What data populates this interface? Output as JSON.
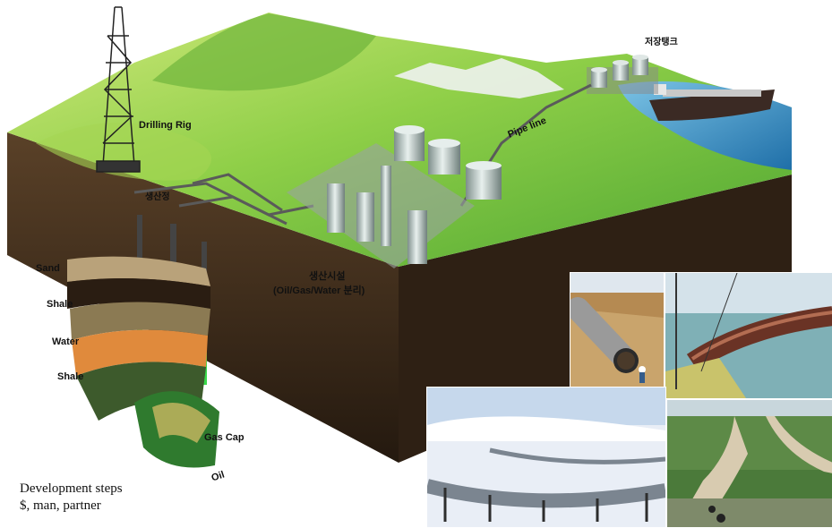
{
  "labels": {
    "drilling_rig": "Drilling Rig",
    "production_well": "생산정",
    "facility": "생산시설",
    "separation": "(Oil/Gas/Water  분리)",
    "pipeline": "Pipe line",
    "storage_tank": "저장탱크",
    "sand": "Sand",
    "shale_upper": "Shale",
    "water": "Water",
    "shale_lower": "Shale",
    "gas_cap": "Gas Cap",
    "oil": "Oil"
  },
  "caption": {
    "line1": "Development steps",
    "line2": "$, man, partner"
  },
  "colors": {
    "terrain_light": "#b9e05a",
    "terrain_dark": "#3f9a2a",
    "soil": "#3a2a1c",
    "sea": "#2f8fc8",
    "snow": "#f4f6fa",
    "pipe": "#5a5a5a"
  }
}
